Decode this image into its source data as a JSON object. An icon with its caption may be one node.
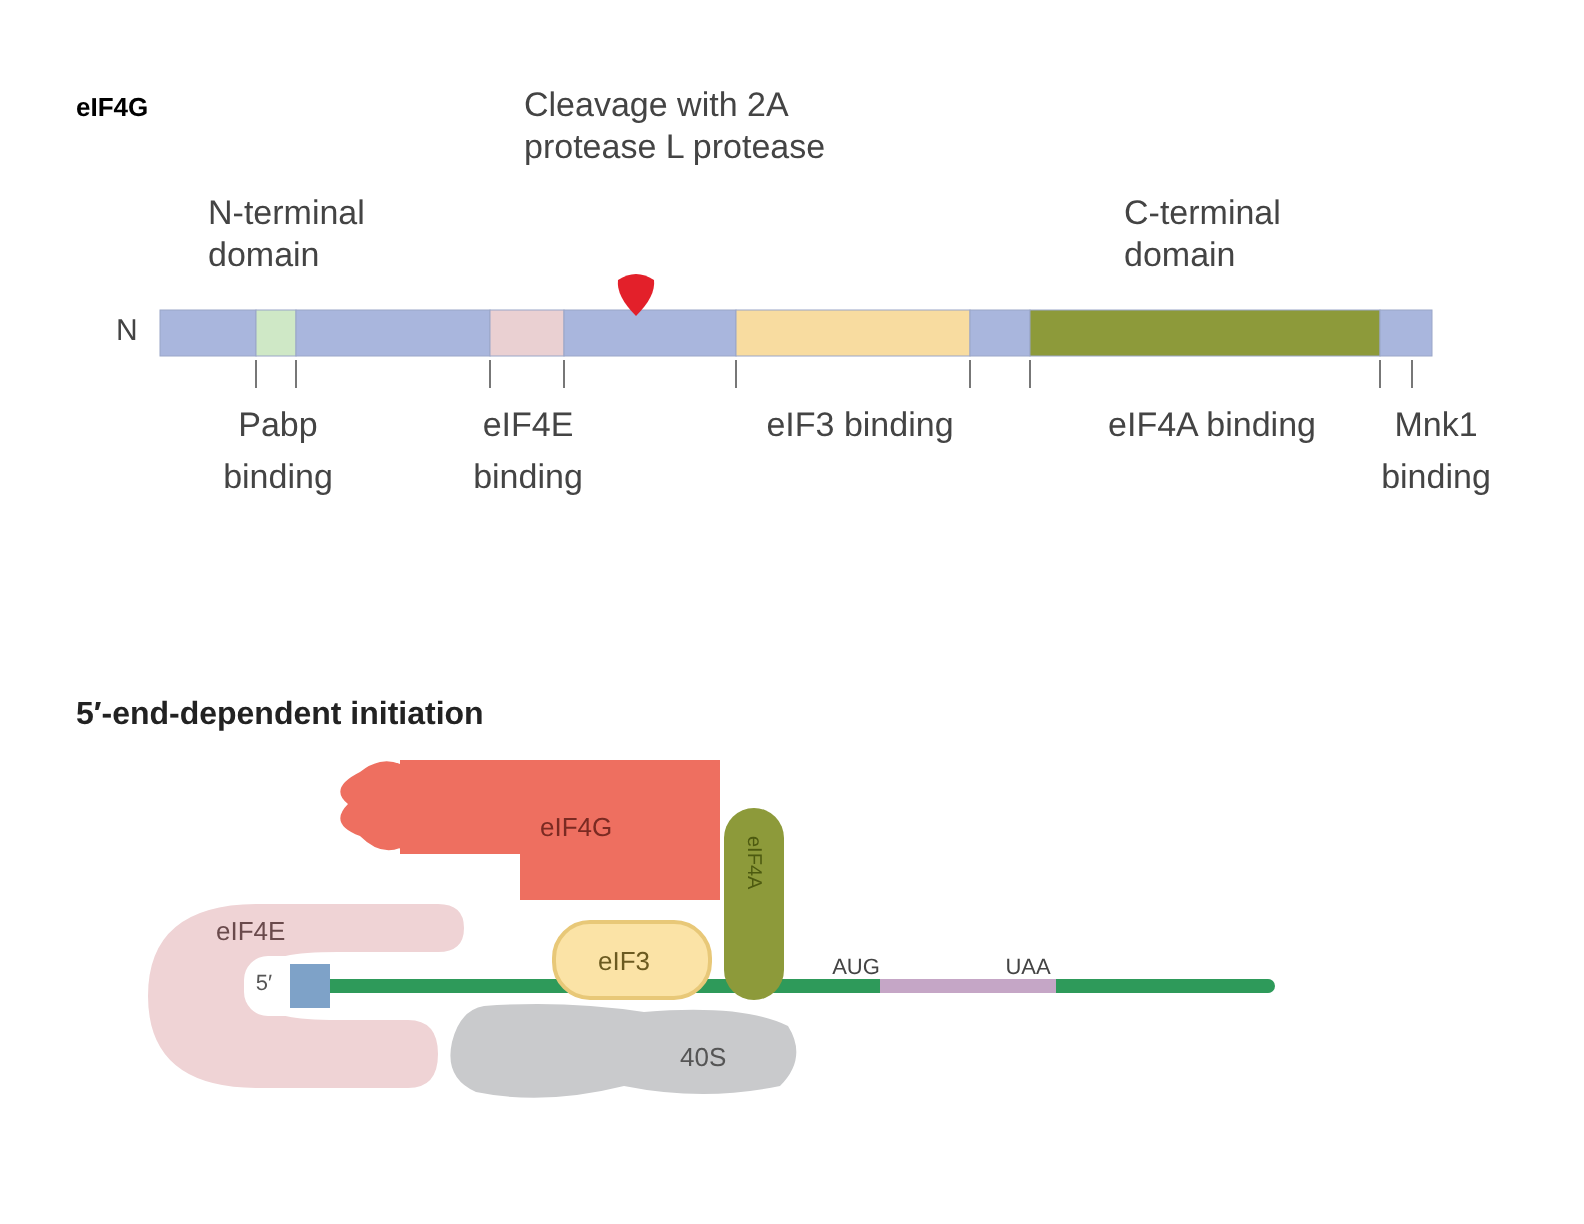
{
  "diagram": {
    "nodes": [
      {
        "text": [
          "eIF4G"
        ]
      },
      {
        "text": [
          "eIF4A"
        ]
      },
      {
        "text": [
          "eIF4E"
        ]
      },
      {
        "text": [
          "eIF3"
        ]
      },
      {
        "text": [
          "40S"
        ]
      }
    ],
    "labels": [
      "eIF4G",
      "Cleavage with 2A protease L protease",
      "N-terminal domain",
      "C-terminal domain",
      "N",
      "Pabp binding",
      "eIF4E binding",
      "eIF3 binding",
      "eIF4A binding",
      "Mnk1 binding",
      "5′-end-dependent initiation",
      "5′",
      "AUG",
      "UAA"
    ]
  }
}
